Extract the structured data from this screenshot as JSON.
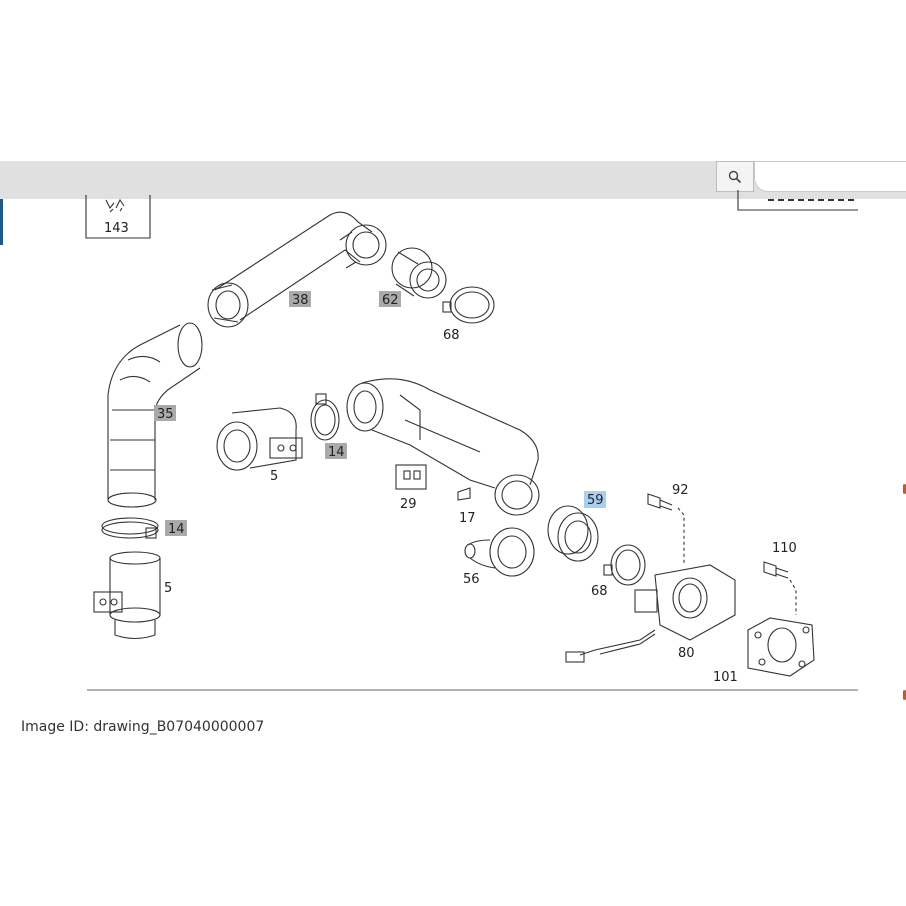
{
  "toolbar": {
    "search_icon": "search-icon"
  },
  "diagram": {
    "callout_143": "143",
    "labels": {
      "l38": "38",
      "l62": "62",
      "l68a": "68",
      "l35": "35",
      "l14a": "14",
      "l5a": "5",
      "l14b": "14",
      "l5b": "5",
      "l29": "29",
      "l17": "17",
      "l59": "59",
      "l92": "92",
      "l56": "56",
      "l68b": "68",
      "l110": "110",
      "l80": "80",
      "l101": "101"
    },
    "colors": {
      "part_highlight": "#aaaaaa",
      "selected_highlight": "#a8cff0",
      "line": "#333333"
    }
  },
  "caption": {
    "image_id": "Image ID: drawing_B07040000007"
  }
}
